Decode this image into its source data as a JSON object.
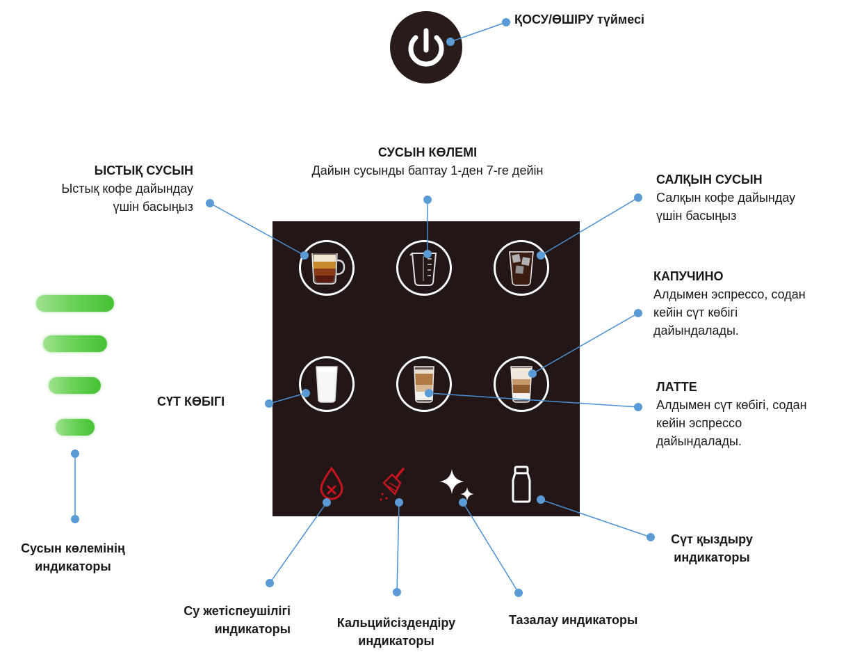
{
  "power": {
    "label": "ҚОСУ/ӨШІРУ түймесі"
  },
  "hot_drink": {
    "title": "ЫСТЫҚ СУСЫН",
    "line1": "Ыстық кофе дайындау",
    "line2": "үшін басыңыз"
  },
  "volume": {
    "title": "СУСЫН КӨЛЕМІ",
    "desc": "Дайын сусынды баптау 1-ден 7-ге дейін"
  },
  "cold_drink": {
    "title": "САЛҚЫН СУСЫН",
    "line1": "Салқын кофе дайындау",
    "line2": "үшін басыңыз"
  },
  "cappuccino": {
    "title": "КАПУЧИНО",
    "line1": "Алдымен эспрессо, содан",
    "line2": "кейін сүт көбігі",
    "line3": "дайындалады."
  },
  "milk_foam": {
    "title": "СҮТ КӨБІГІ"
  },
  "latte": {
    "title": "ЛАТТЕ",
    "line1": "Алдымен сүт көбігі, содан",
    "line2": "кейін эспрессо",
    "line3": "дайындалады."
  },
  "volume_indicator": {
    "line1": "Сусын көлемінің",
    "line2": "индикаторы"
  },
  "water_indicator": {
    "line1": "Су жетіспеушілігі",
    "line2": "индикаторы"
  },
  "descale_indicator": {
    "line1": "Кальцийсіздендіру",
    "line2": "индикаторы"
  },
  "clean_indicator": {
    "label": "Тазалау индикаторы"
  },
  "milk_heat_indicator": {
    "line1": "Сүт қыздыру",
    "line2": "индикаторы"
  },
  "colors": {
    "panel": "#221716",
    "callout_line": "#4a8fd4",
    "callout_dot": "#5b9bd5",
    "warning_red": "#c8141e",
    "bar_green": "#5ccb48"
  }
}
